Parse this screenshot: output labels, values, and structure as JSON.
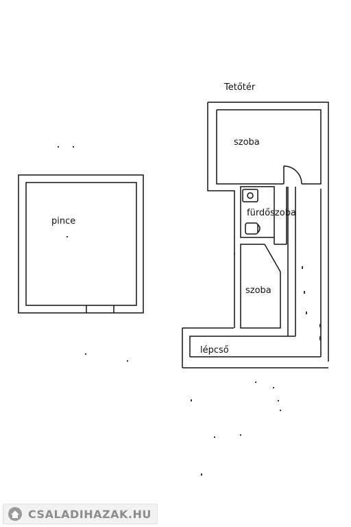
{
  "floorplan": {
    "title_attic": "Tetőtér",
    "rooms": {
      "basement": "pince",
      "attic_room": "szoba",
      "bathroom": "fürdőszoba",
      "second_room": "szoba",
      "staircase": "lépcső"
    }
  },
  "watermark": {
    "brand_text": "CSALADIHAZAK.HU",
    "brand_color": "#8c8c8c",
    "icon": "house-logo-icon"
  }
}
